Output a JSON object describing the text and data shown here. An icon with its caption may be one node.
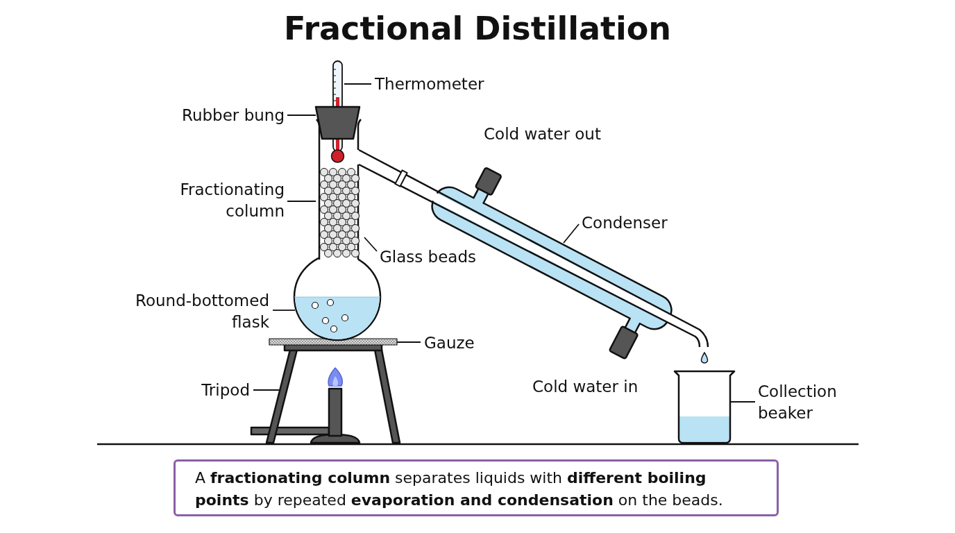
{
  "diagram": {
    "title": "Fractional Distillation",
    "caption": "A **fractionating column** separates liquids with **different boiling points** by repeated **evaporation and condensation** on the beads.",
    "nodes": [
      {
        "text": [
          "Thermometer"
        ]
      },
      {
        "text": [
          "Rubber bung"
        ]
      },
      {
        "text": [
          "Fractionating column"
        ]
      },
      {
        "text": [
          "Condenser"
        ]
      },
      {
        "text": [
          "Glass beads"
        ]
      },
      {
        "text": [
          "Round-bottomed flask"
        ]
      },
      {
        "text": [
          "Gauze"
        ]
      },
      {
        "text": [
          "Tripod"
        ]
      },
      {
        "text": [
          "Collection beaker"
        ]
      }
    ],
    "edges": [
      {
        "from": 0,
        "to": null,
        "arrow": "none"
      },
      {
        "from": 1,
        "to": null,
        "arrow": "none"
      },
      {
        "from": 2,
        "to": null,
        "arrow": "none"
      },
      {
        "from": 3,
        "to": null,
        "arrow": "none"
      },
      {
        "from": 4,
        "to": null,
        "arrow": "none"
      },
      {
        "from": 5,
        "to": null,
        "arrow": "none"
      },
      {
        "from": 6,
        "to": null,
        "arrow": "none"
      },
      {
        "from": 7,
        "to": null,
        "arrow": "none"
      },
      {
        "from": 8,
        "to": null,
        "arrow": "none"
      }
    ],
    "labels": [
      "Cold water out",
      "Cold water in"
    ]
  }
}
